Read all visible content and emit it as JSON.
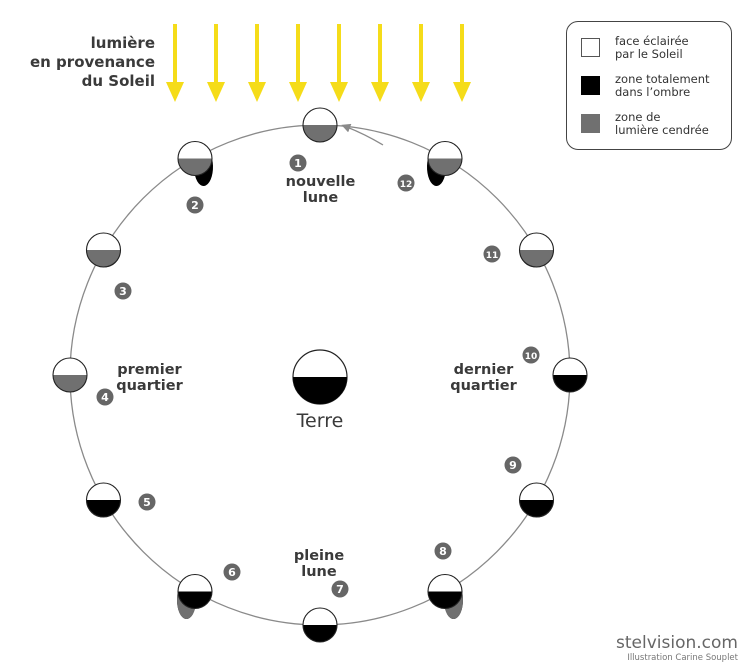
{
  "sun_label": [
    "lumière",
    "en provenance",
    "du Soleil"
  ],
  "legend": [
    {
      "line1": "face éclairée",
      "line2": "par le Soleil",
      "swatch": "white"
    },
    {
      "line1": "zone totalement",
      "line2": "dans l’ombre",
      "swatch": "black"
    },
    {
      "line1": "zone de",
      "line2": "lumière cendrée",
      "swatch": "grey"
    }
  ],
  "phase_labels": {
    "nouvelle_lune": [
      "nouvelle",
      "lune"
    ],
    "premier_quartier": [
      "premier",
      "quartier"
    ],
    "pleine_lune": [
      "pleine",
      "lune"
    ],
    "dernier_quartier": [
      "dernier",
      "quartier"
    ]
  },
  "earth_label": "Terre",
  "phase_numbers": [
    "1",
    "2",
    "3",
    "4",
    "5",
    "6",
    "7",
    "8",
    "9",
    "10",
    "11",
    "12"
  ],
  "credit": {
    "site": "stelvision.com",
    "author": "Illustration Carine Souplet"
  },
  "colors": {
    "sunlight": "#f5dc19",
    "lit": "#ffffff",
    "shadow": "#000000",
    "earthshine": "#707070",
    "orbit": "#8a8a8a",
    "badge": "#666666"
  }
}
